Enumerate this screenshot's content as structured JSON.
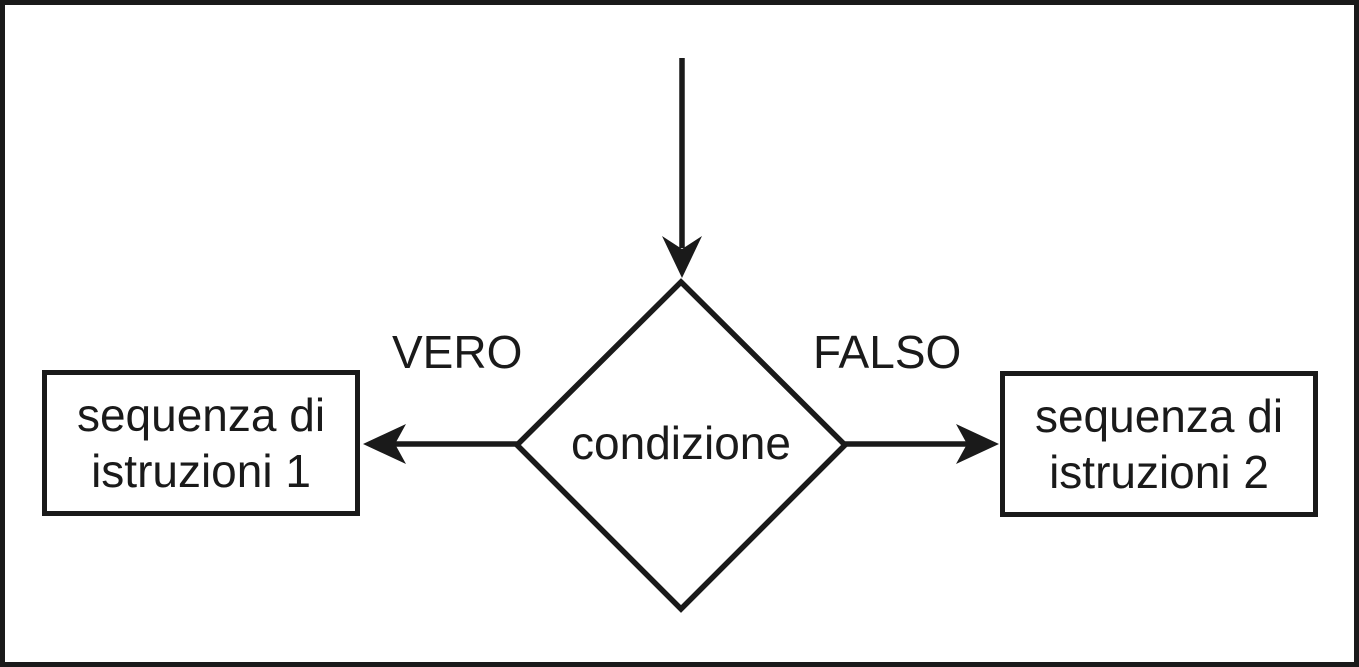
{
  "flowchart": {
    "decision_label": "condizione",
    "true_branch_label": "VERO",
    "false_branch_label": "FALSO",
    "true_box": {
      "line1": "sequenza di",
      "line2": "istruzioni 1"
    },
    "false_box": {
      "line1": "sequenza di",
      "line2": "istruzioni 2"
    },
    "colors": {
      "ink": "#1a1a1a",
      "background": "#ffffff"
    }
  }
}
